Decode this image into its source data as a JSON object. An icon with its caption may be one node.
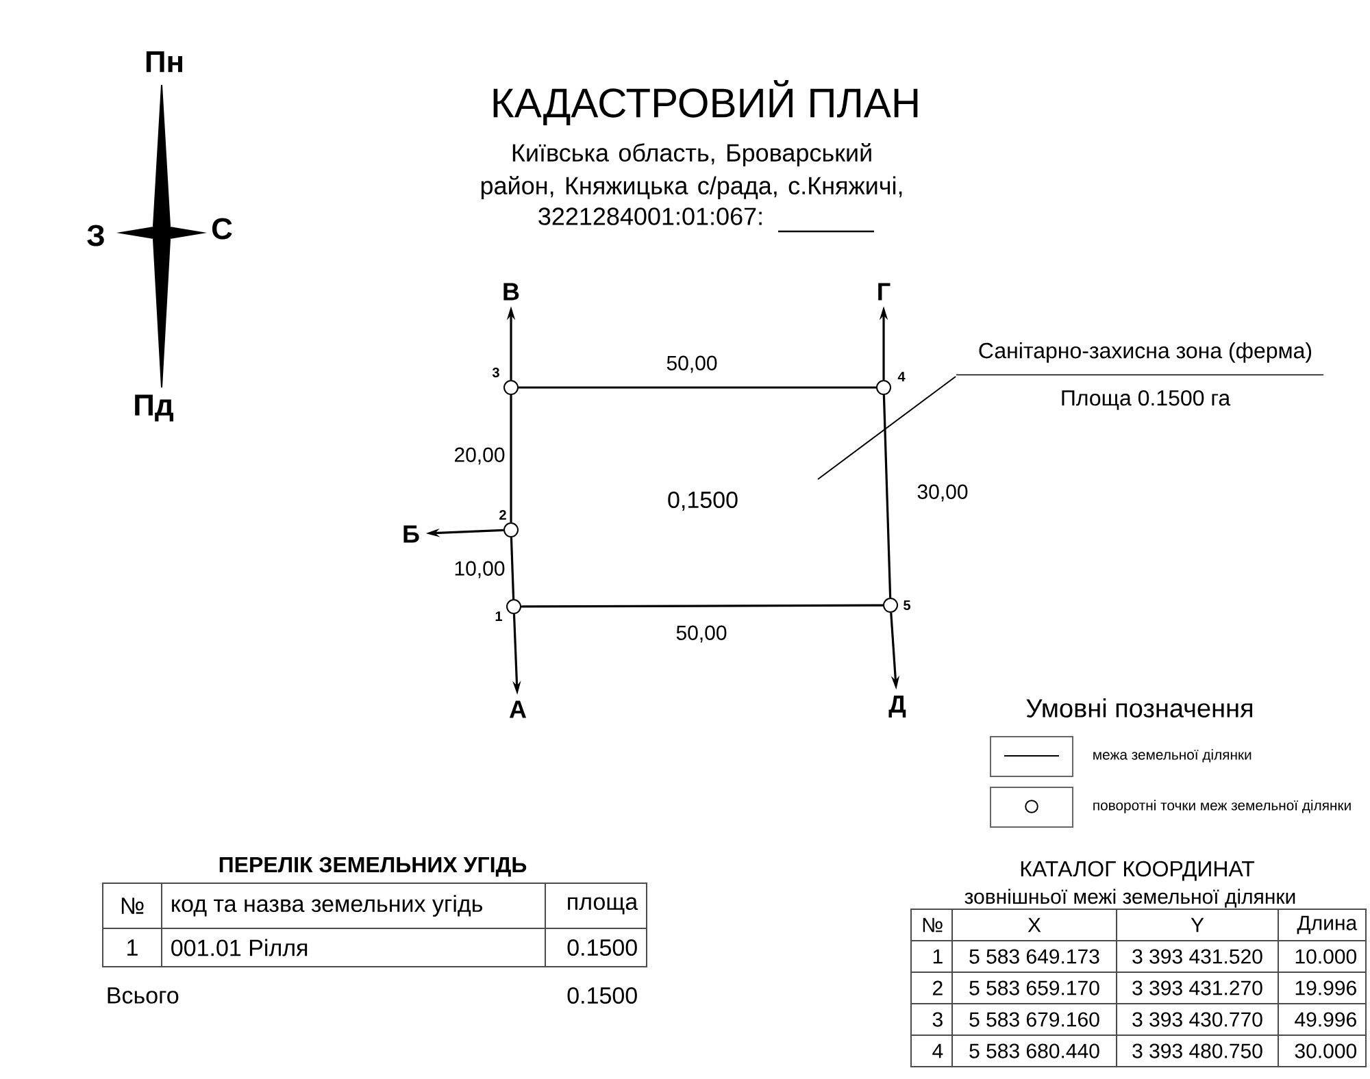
{
  "diagram": {
    "title": "КАДАСТРОВИЙ ПЛАН",
    "nodes": [
      {
        "text": [
          "В"
        ]
      },
      {
        "text": [
          "Г"
        ]
      },
      {
        "text": [],
        "shape": "circle",
        "beside": [
          "3"
        ]
      },
      {
        "text": [],
        "shape": "circle",
        "beside": [
          "4"
        ]
      },
      {
        "text": [
          "Санітарно-захисна зона (ферма)",
          "Площа 0.1500 га"
        ]
      },
      {
        "text": [
          "Б"
        ]
      },
      {
        "text": [],
        "shape": "circle",
        "beside": [
          "2"
        ]
      },
      {
        "text": [],
        "shape": "circle",
        "beside": [
          "1"
        ]
      },
      {
        "text": [],
        "shape": "circle",
        "beside": [
          "5"
        ]
      },
      {
        "text": [
          "А"
        ]
      },
      {
        "text": [
          "Д"
        ]
      }
    ],
    "edges": [
      {
        "from": 7,
        "to": 6,
        "arrow": "none",
        "label": "10,00"
      },
      {
        "from": 6,
        "to": 2,
        "arrow": "none",
        "label": "20,00"
      },
      {
        "from": 2,
        "to": 3,
        "arrow": "none",
        "label": "50,00"
      },
      {
        "from": 3,
        "to": 8,
        "arrow": "none",
        "label": "30,00"
      },
      {
        "from": 8,
        "to": 7,
        "arrow": "none",
        "label": "50,00"
      },
      {
        "from": 7,
        "to": 9,
        "arrow": "to"
      },
      {
        "from": 6,
        "to": 5,
        "arrow": "to"
      },
      {
        "from": 2,
        "to": 0,
        "arrow": "to"
      },
      {
        "from": 3,
        "to": 1,
        "arrow": "to"
      },
      {
        "from": 8,
        "to": 10,
        "arrow": "to"
      },
      {
        "from": 4,
        "to": null,
        "arrow": "none"
      }
    ],
    "labels": [
      "Пн",
      "З",
      "С",
      "Пд",
      "Київська область, Броварський район, Княжицька с/рада, с.Княжичі,",
      "3221284001:01:067:",
      "0,1500",
      "Умовні позначення",
      "ПЕРЕЛІК ЗЕМЕЛЬНИХ УГІДЬ",
      "№",
      "код та назва земельних угідь",
      "площа",
      "1",
      "001.01 Рілля",
      "0.1500",
      "Всього",
      "0.1500",
      "КАТАЛОГ КООРДИНАТ",
      "зовнішньої межі земельної ділянки",
      "№",
      "X",
      "Y",
      "Длина",
      "1",
      "5 583 649.173",
      "3 393 431.520",
      "10.000",
      "2",
      "5 583 659.170",
      "3 393 431.270",
      "19.996",
      "3",
      "5 583 679.160",
      "3 393 430.770",
      "49.996",
      "4",
      "5 583 680.440",
      "3 393 480.750",
      "30.000"
    ],
    "legend": [
      {
        "text": "межа земельної ділянки"
      },
      {
        "text": "поворотні точки меж земельної ділянки"
      }
    ]
  }
}
